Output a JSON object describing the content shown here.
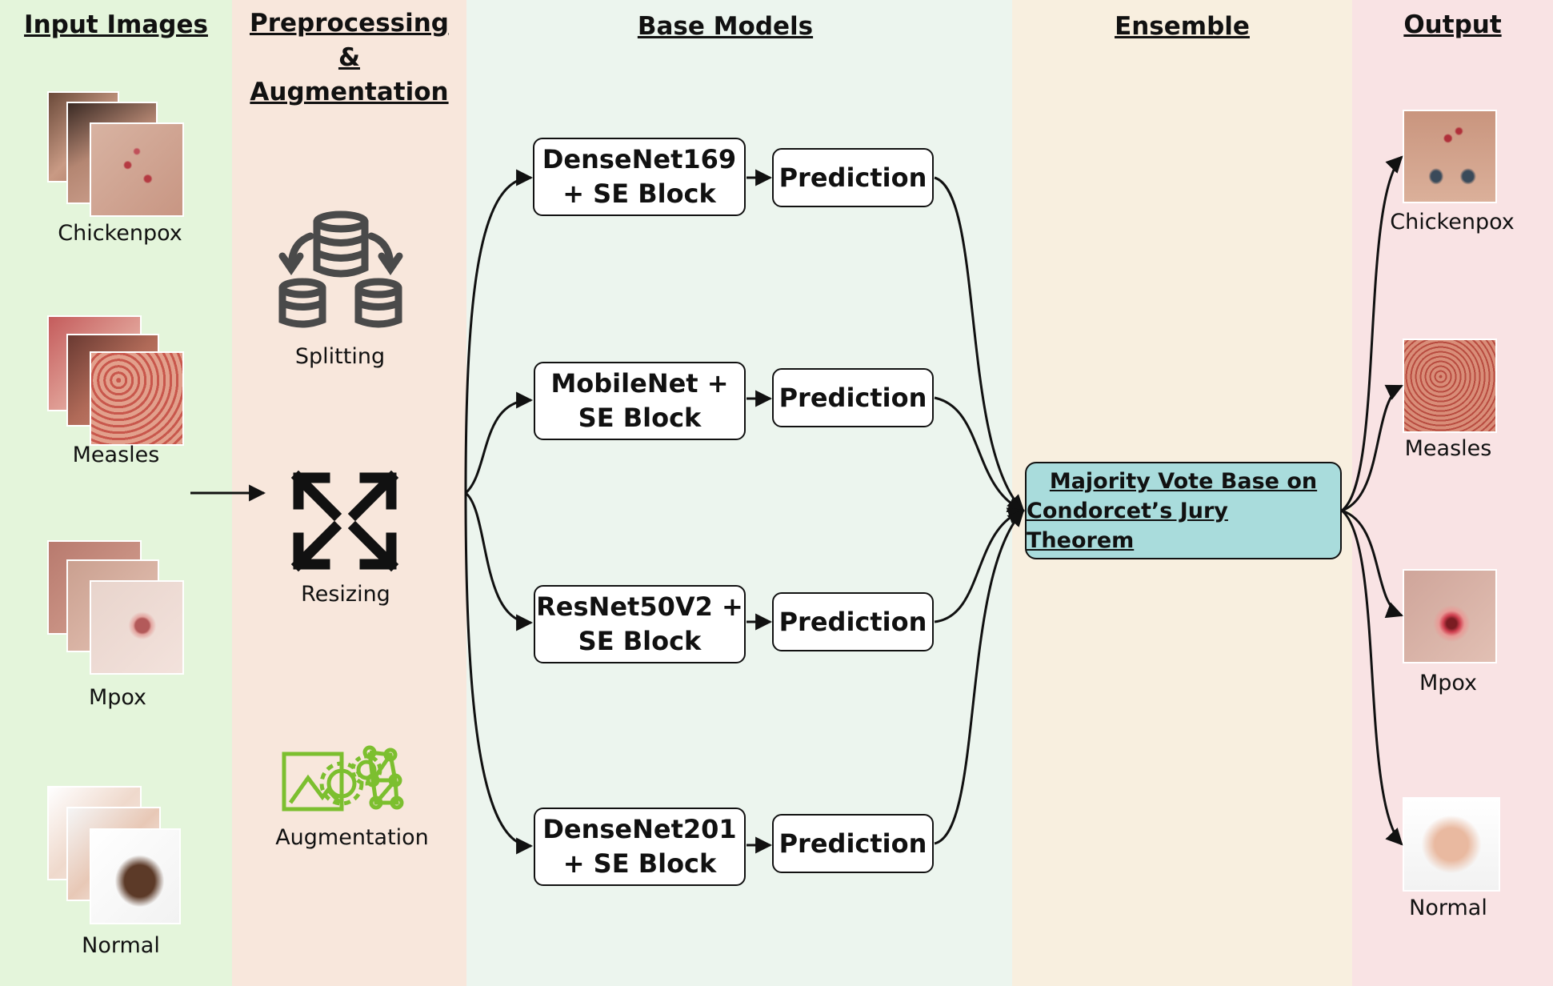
{
  "colors": {
    "input_bg": "#e4f5db",
    "preproc_bg": "#f8e7dc",
    "base_bg": "#ecf5ee",
    "ensemble_bg": "#f8efdf",
    "output_bg": "#f9e3e4",
    "ensemble_box": "#a9dcdc",
    "augment_icon": "#7cbf2f",
    "splitting_icon": "#4a4a4a"
  },
  "columns": {
    "input": {
      "title": "Input Images"
    },
    "preprocessing": {
      "title_lines": [
        "Preprocessing",
        "&",
        "Augmentation"
      ]
    },
    "base": {
      "title": "Base Models"
    },
    "ensemble": {
      "title": "Ensemble"
    },
    "output": {
      "title": "Output"
    }
  },
  "input_classes": [
    "Chickenpox",
    "Measles",
    "Mpox",
    "Normal"
  ],
  "preprocessing_steps": [
    {
      "label": "Splitting",
      "icon": "database-split-icon"
    },
    {
      "label": "Resizing",
      "icon": "resize-arrows-icon"
    },
    {
      "label": "Augmentation",
      "icon": "augmentation-gears-network-icon"
    }
  ],
  "base_models": [
    {
      "name": "DenseNet169\n+ SE Block",
      "prediction": "Prediction"
    },
    {
      "name": "MobileNet +\nSE Block",
      "prediction": "Prediction"
    },
    {
      "name": "ResNet50V2 +\nSE Block",
      "prediction": "Prediction"
    },
    {
      "name": "DenseNet201\n+ SE Block",
      "prediction": "Prediction"
    }
  ],
  "ensemble": {
    "lines": [
      "Majority Vote Base on",
      "Condorcet’s Jury Theorem"
    ]
  },
  "output_classes": [
    "Chickenpox",
    "Measles",
    "Mpox",
    "Normal"
  ]
}
